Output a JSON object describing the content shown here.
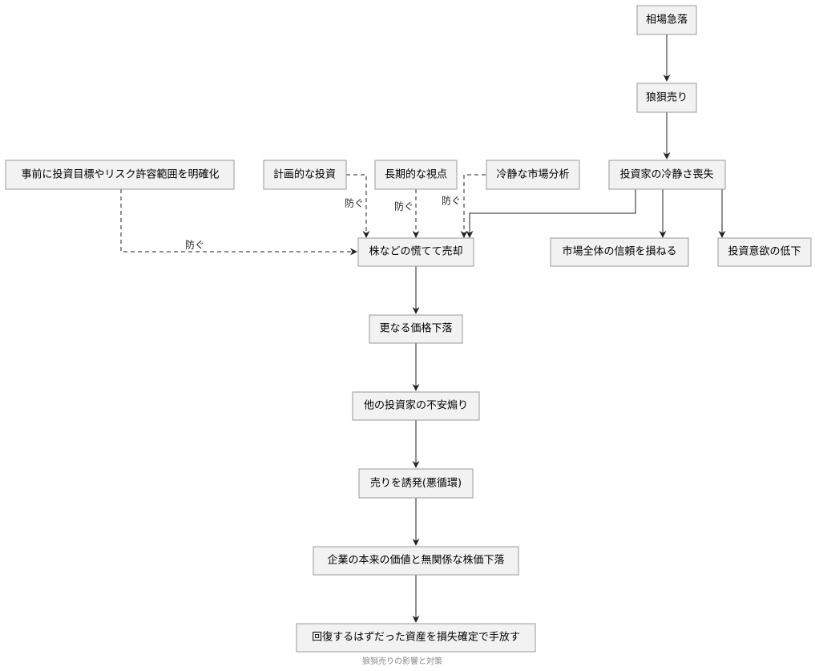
{
  "nodes": {
    "crash": "相場急落",
    "panic": "狼狽売り",
    "lose_calm": "投資家の冷静さ喪失",
    "prepare": "事前に投資目標やリスク許容範囲を明確化",
    "planned": "計画的な投資",
    "longterm": "長期的な視点",
    "analysis": "冷静な市場分析",
    "sell": "株などの慌てて売却",
    "trust": "市場全体の信頼を損ねる",
    "motivation": "投資意欲の低下",
    "drop": "更なる価格下落",
    "anxiety": "他の投資家の不安煽り",
    "vicious": "売りを誘発(悪循環)",
    "unrelated": "企業の本来の価値と無関係な株価下落",
    "loss": "回復するはずだった資産を損失確定で手放す"
  },
  "edge_labels": {
    "prevent": "防ぐ"
  },
  "caption": "狼狽売りの影響と対策"
}
